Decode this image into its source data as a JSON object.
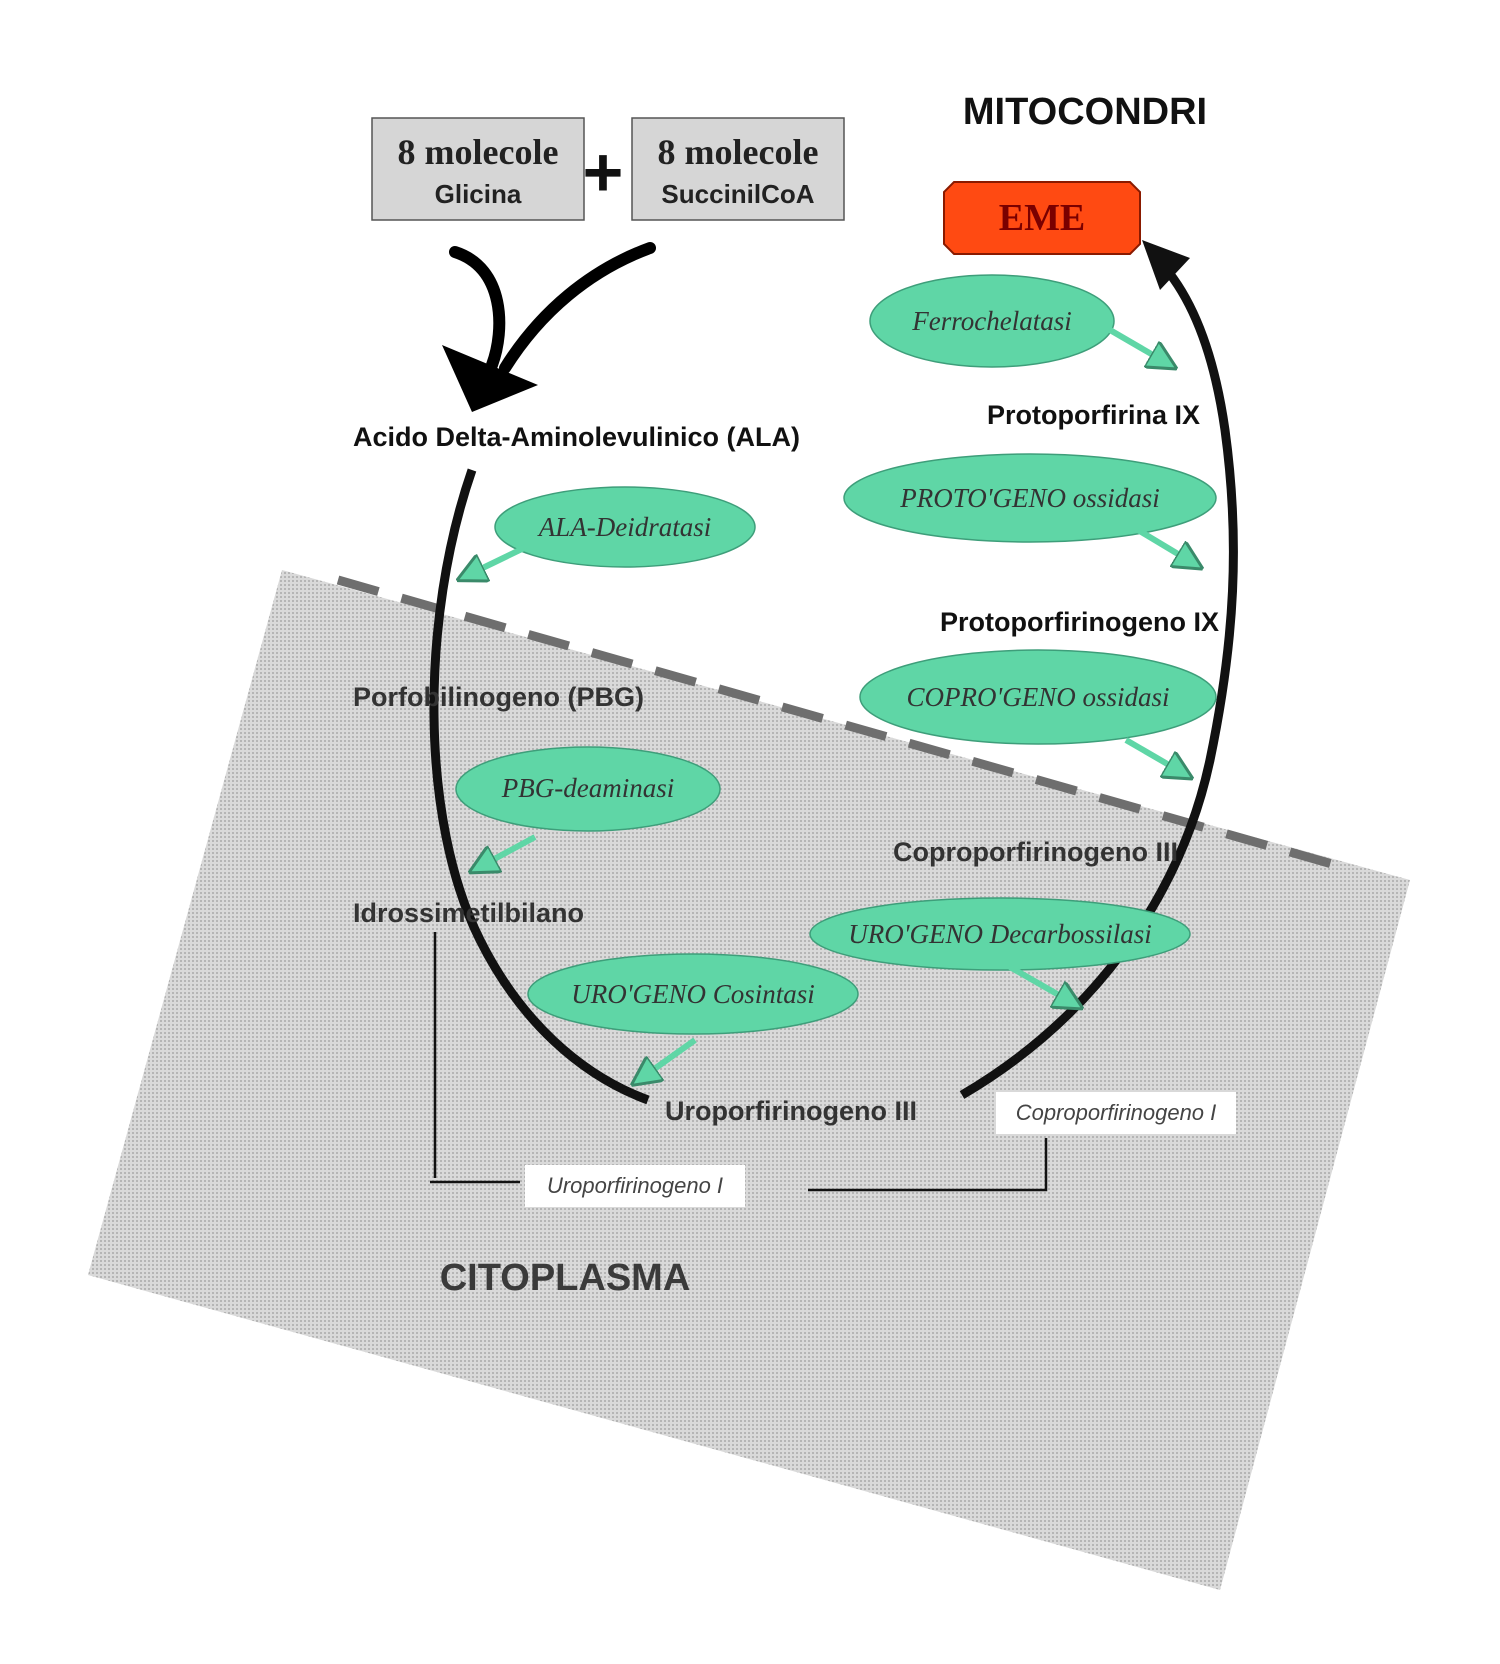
{
  "regions": {
    "mitochondria": "MITOCONDRI",
    "cytoplasm": "CITOPLASMA"
  },
  "substrates": {
    "glycine": {
      "count": "8 molecole",
      "name": "Glicina"
    },
    "plus": "+",
    "succinyl_coa": {
      "count": "8 molecole",
      "name": "SuccinilCoA"
    }
  },
  "product": "EME",
  "metabolites": {
    "ala": "Acido Delta-Aminolevulinico  (ALA)",
    "pbg": "Porfobilinogeno (PBG)",
    "hmb": "Idrossimetilbilano",
    "uro3": "Uroporfirinogeno III",
    "copro3": "Coproporfirinogeno III",
    "protogen9": "Protoporfirinogeno IX",
    "proto9": "Protoporfirina IX",
    "uro1": "Uroporfirinogeno I",
    "copro1": "Coproporfirinogeno I"
  },
  "enzymes": {
    "ala_dehydratase": "ALA-Deidratasi",
    "pbg_deaminase": "PBG-deaminasi",
    "uro_synthase": "URO'GENO Cosintasi",
    "uro_decarboxylase": "URO'GENO Decarbossilasi",
    "copro_oxidase": "COPRO'GENO ossidasi",
    "proto_oxidase": "PROTO'GENO ossidasi",
    "ferrochelatase": "Ferrochelatasi"
  },
  "colors": {
    "enzyme_fill": "#5fd6a6",
    "heme_fill": "#ff4a12",
    "heme_text": "#7a0000",
    "substrate_fill": "#d6d6d6",
    "cytoplasm_fill": "#cfcfcf"
  }
}
